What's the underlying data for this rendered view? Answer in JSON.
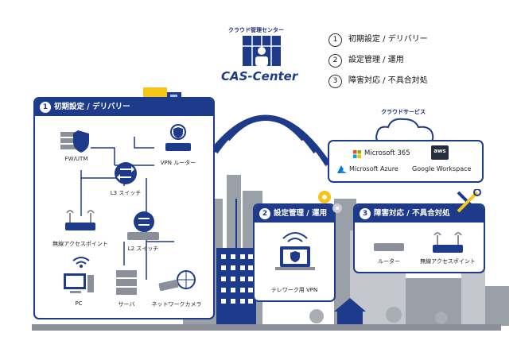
{
  "center": {
    "caption": "クラウド管理センター",
    "logo": "CAS-Center"
  },
  "legend": [
    {
      "num": "1",
      "text": "初期設定 / デリバリー"
    },
    {
      "num": "2",
      "text": "設定管理 / 運用"
    },
    {
      "num": "3",
      "text": "障害対応 / 不具合対処"
    }
  ],
  "cloud": {
    "caption": "クラウドサービス",
    "services": {
      "m365": "Microsoft 365",
      "aws": "aws",
      "azure": "Microsoft Azure",
      "google": "Google Workspace"
    }
  },
  "card1": {
    "num": "1",
    "title": "初期設定 / デリバリー",
    "devices": {
      "fw": "FW/UTM",
      "vpn_router": "VPN ルーター",
      "l3": "L3 スイッチ",
      "ap": "無線アクセスポイント",
      "l2": "L2 スイッチ",
      "pc": "PC",
      "server": "サーバ",
      "camera": "ネットワークカメラ"
    }
  },
  "card2": {
    "num": "2",
    "title": "設定管理 / 運用",
    "device": "テレワーク用 VPN"
  },
  "card3": {
    "num": "3",
    "title": "障害対応 / 不具合対処",
    "router": "ルーター",
    "ap": "無線アクセスポイント"
  },
  "colors": {
    "navy": "#1e3a8a",
    "accent": "#2563eb",
    "gray": "#8a8f99",
    "lightgray": "#c9ccd2",
    "yellow": "#f5c518"
  }
}
